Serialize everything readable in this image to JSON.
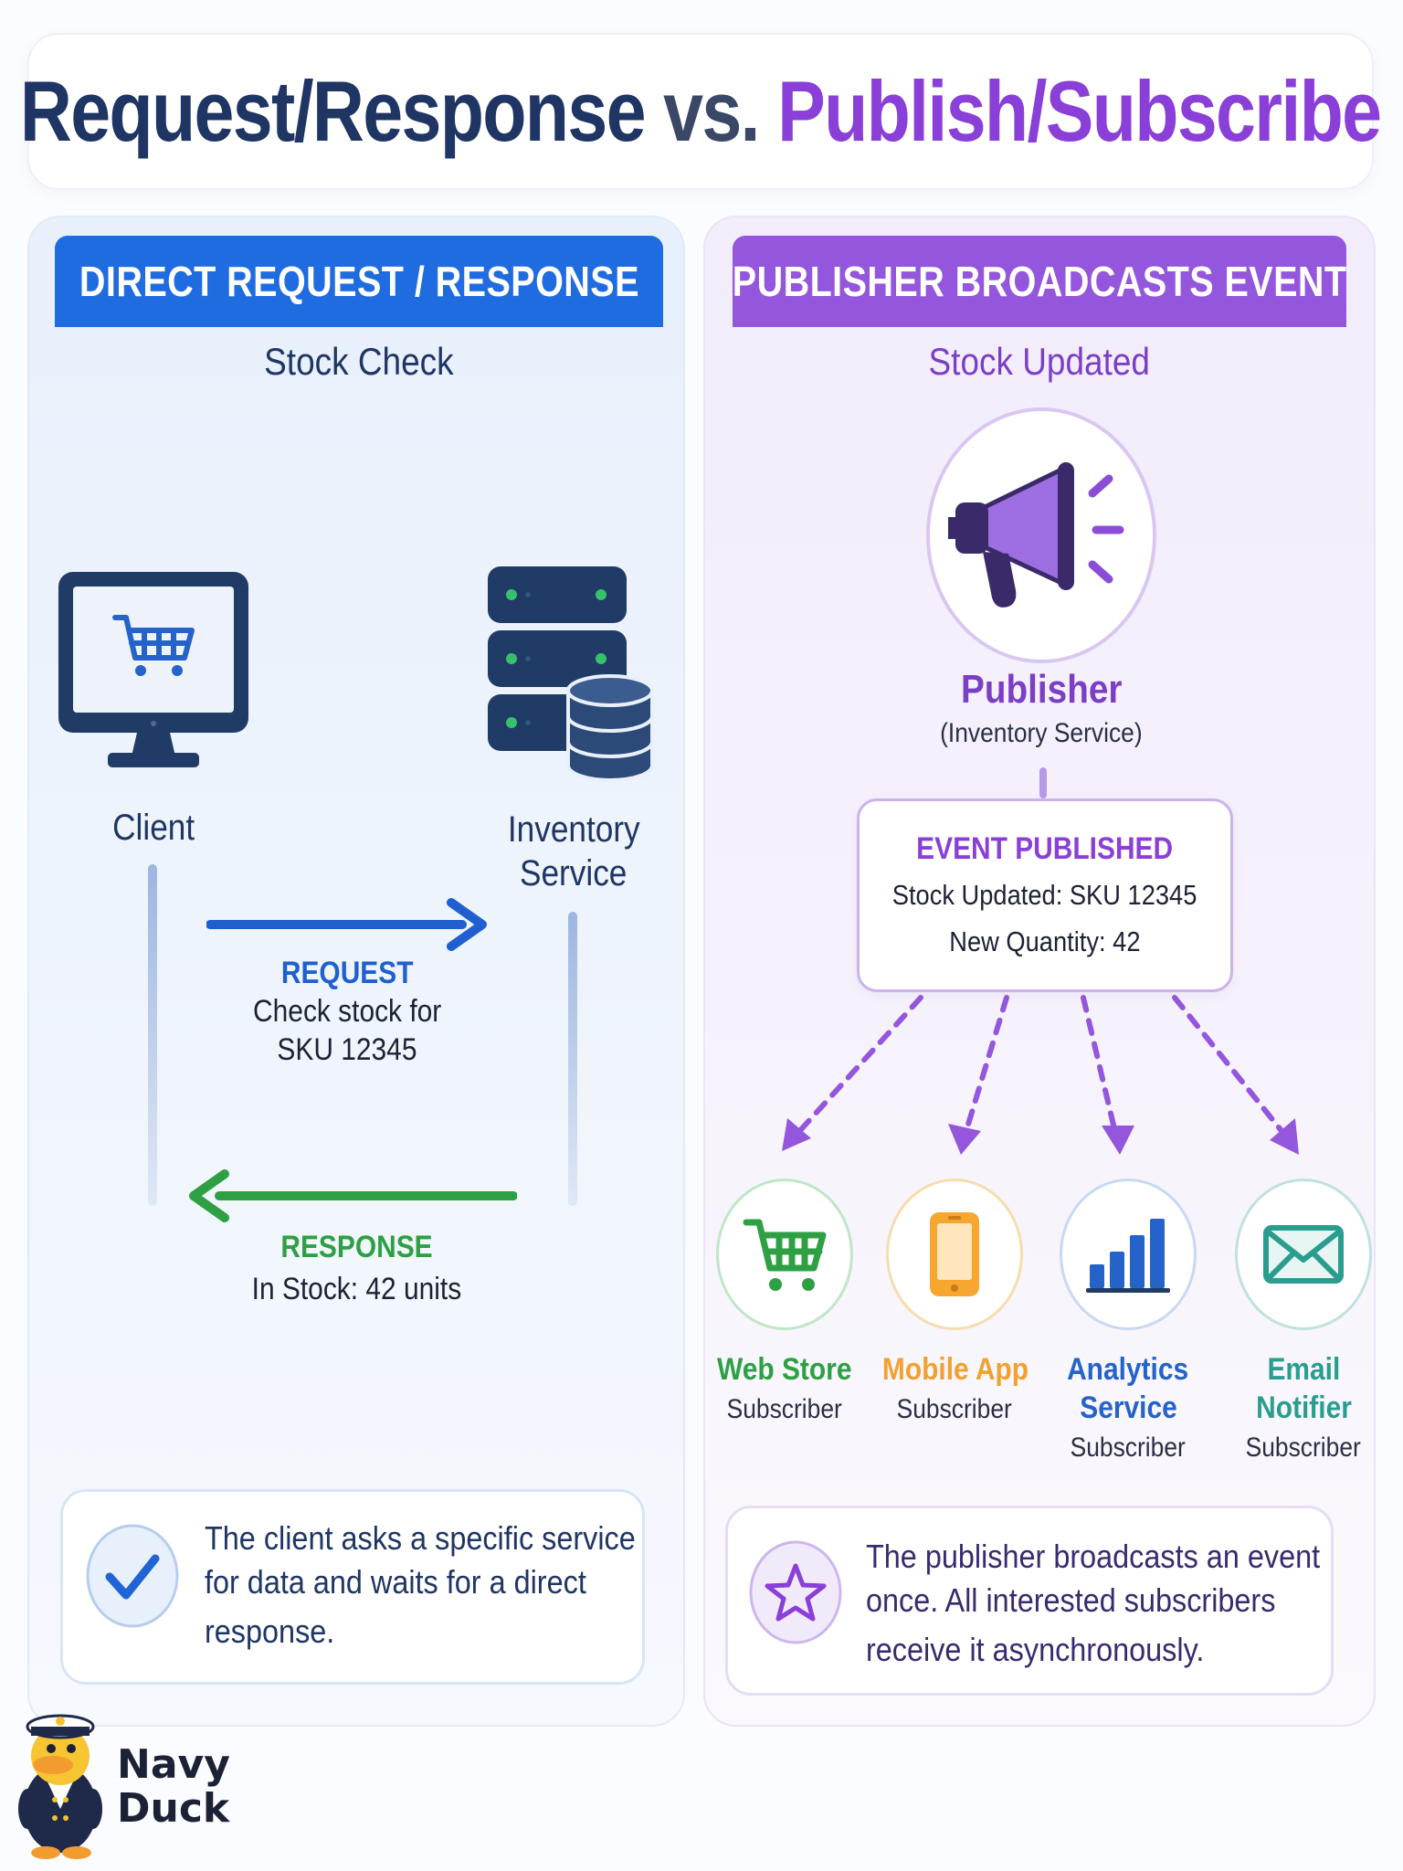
{
  "title": {
    "left": "Request/Response",
    "middle": "vs.",
    "right": "Publish/Subscribe"
  },
  "left_panel": {
    "banner": "DIRECT REQUEST / RESPONSE",
    "subtitle": "Stock Check",
    "client_label": "Client",
    "service_label_line1": "Inventory",
    "service_label_line2": "Service",
    "request": {
      "heading": "REQUEST",
      "line1": "Check stock for",
      "line2": "SKU 12345"
    },
    "response": {
      "heading": "RESPONSE",
      "line1": "In Stock: 42 units"
    },
    "info": {
      "line1": "The client asks a specific service",
      "line2": "for data and waits for a direct",
      "line3": "response."
    }
  },
  "right_panel": {
    "banner": "PUBLISHER BROADCASTS EVENT",
    "subtitle": "Stock Updated",
    "publisher_label": "Publisher",
    "publisher_sub": "(Inventory Service)",
    "event": {
      "heading": "EVENT PUBLISHED",
      "line1": "Stock Updated: SKU 12345",
      "line2": "New Quantity: 42"
    },
    "subscribers": [
      {
        "name_line1": "Web Store",
        "name_line2": "",
        "role": "Subscriber",
        "icon": "cart-icon",
        "color": "#2ea043"
      },
      {
        "name_line1": "Mobile App",
        "name_line2": "",
        "role": "Subscriber",
        "icon": "smartphone-icon",
        "color": "#f2a12e"
      },
      {
        "name_line1": "Analytics",
        "name_line2": "Service",
        "role": "Subscriber",
        "icon": "bar-chart-icon",
        "color": "#2563c9"
      },
      {
        "name_line1": "Email",
        "name_line2": "Notifier",
        "role": "Subscriber",
        "icon": "envelope-icon",
        "color": "#2a9d8f"
      }
    ],
    "info": {
      "line1": "The publisher broadcasts an event",
      "line2": "once. All interested subscribers",
      "line3": "receive it asynchronously."
    }
  },
  "brand": {
    "line1": "Navy",
    "line2": "Duck"
  },
  "colors": {
    "navy": "#1f3564",
    "purple": "#8a3fd8",
    "request_blue": "#1f5fcf",
    "response_green": "#2ea043"
  }
}
